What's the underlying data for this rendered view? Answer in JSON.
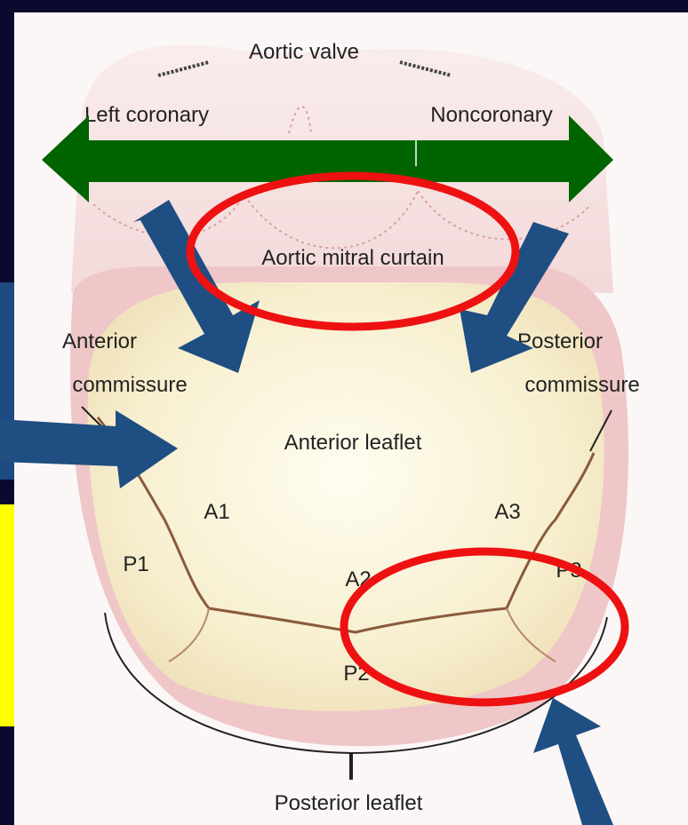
{
  "labels": {
    "aortic_valve": "Aortic valve",
    "left_coronary": "Left coronary",
    "noncoronary": "Noncoronary",
    "aortic_mitral_curtain": "Aortic mitral curtain",
    "anterior_commissure_line1": "Anterior",
    "anterior_commissure_line2": "commissure",
    "posterior_commissure_line1": "Posterior",
    "posterior_commissure_line2": "commissure",
    "anterior_leaflet": "Anterior leaflet",
    "a1": "A1",
    "a2": "A2",
    "a3": "A3",
    "p1": "P1",
    "p2": "P2",
    "p3": "P3",
    "posterior_leaflet": "Posterior leaflet"
  },
  "colors": {
    "background": "#0a0a2e",
    "slide_blue": "#1e4a84",
    "highlight_yellow": "#ffff00",
    "arrow_green": "#006400",
    "arrow_blue": "#1f4e82",
    "circle_red": "#ee1111",
    "tissue_pink": "#efc7c8",
    "leaflet_cream": "#f7f1d4",
    "illustration_bg": "#fbf7f6"
  }
}
